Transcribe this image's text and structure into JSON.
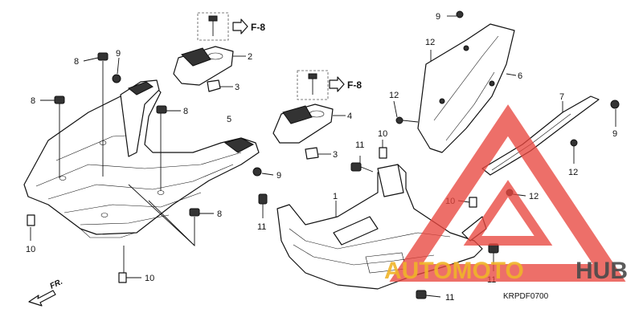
{
  "diagram_code": "KRPDF0700",
  "front_label": "FR.",
  "refs": [
    {
      "label": "F-8"
    },
    {
      "label": "F-8"
    }
  ],
  "callouts": [
    "1",
    "2",
    "3",
    "3",
    "4",
    "5",
    "6",
    "7",
    "8",
    "8",
    "8",
    "8",
    "9",
    "9",
    "9",
    "9",
    "10",
    "10",
    "10",
    "10",
    "11",
    "11",
    "11",
    "11",
    "12",
    "12",
    "12",
    "12"
  ],
  "watermark": {
    "brand_a": "AUTOMOTO",
    "brand_b": "HUB",
    "colors": {
      "accent": "#e8473f",
      "gold": "#f0b429",
      "dark": "#4a4a4a"
    }
  }
}
